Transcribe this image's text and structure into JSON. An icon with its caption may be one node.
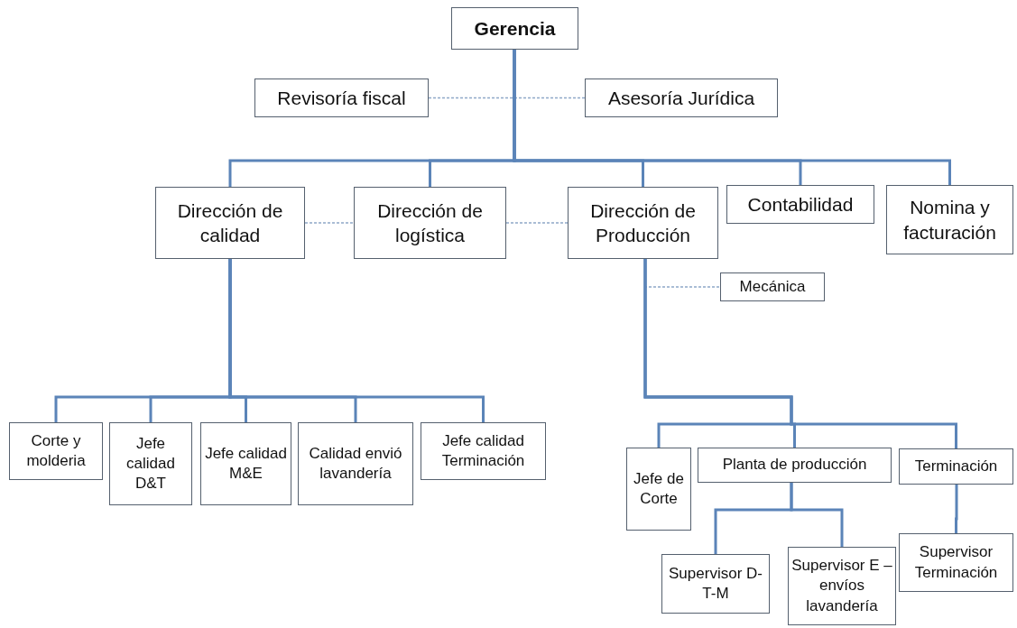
{
  "diagram": {
    "nodes": [
      {
        "text": [
          "Gerencia"
        ]
      },
      {
        "text": [
          "Revisoría fiscal"
        ]
      },
      {
        "text": [
          "Asesoría Jurídica"
        ]
      },
      {
        "text": [
          "Dirección de calidad"
        ]
      },
      {
        "text": [
          "Dirección de logística"
        ]
      },
      {
        "text": [
          "Dirección de Producción"
        ]
      },
      {
        "text": [
          "Contabilidad"
        ]
      },
      {
        "text": [
          "Nomina y facturación"
        ]
      },
      {
        "text": [
          "Mecánica"
        ]
      },
      {
        "text": [
          "Corte y molderia"
        ]
      },
      {
        "text": [
          "Jefe calidad D&T"
        ]
      },
      {
        "text": [
          "Jefe calidad M&E"
        ]
      },
      {
        "text": [
          "Calidad envió lavandería"
        ]
      },
      {
        "text": [
          "Jefe calidad Terminación"
        ]
      },
      {
        "text": [
          "Jefe de Corte"
        ]
      },
      {
        "text": [
          "Planta de producción"
        ]
      },
      {
        "text": [
          "Terminación"
        ]
      },
      {
        "text": [
          "Supervisor D-T-M"
        ]
      },
      {
        "text": [
          "Supervisor E – envíos lavandería"
        ]
      },
      {
        "text": [
          "Supervisor Terminación"
        ]
      }
    ],
    "edges": [
      {
        "from": 1,
        "to": 2,
        "arrow": "none",
        "style": "dashed"
      },
      {
        "from": 3,
        "to": 4,
        "arrow": "none",
        "style": "dashed"
      },
      {
        "from": 4,
        "to": 5,
        "arrow": "none",
        "style": "dashed"
      },
      {
        "from": 5,
        "to": 8,
        "arrow": "none",
        "style": "dashed"
      },
      {
        "from": 0,
        "to": 3,
        "arrow": "none"
      },
      {
        "from": 0,
        "to": 4,
        "arrow": "none"
      },
      {
        "from": 0,
        "to": 5,
        "arrow": "none"
      },
      {
        "from": 0,
        "to": 6,
        "arrow": "none"
      },
      {
        "from": 0,
        "to": 7,
        "arrow": "none"
      },
      {
        "from": 3,
        "to": 9,
        "arrow": "none"
      },
      {
        "from": 3,
        "to": 10,
        "arrow": "none"
      },
      {
        "from": 3,
        "to": 11,
        "arrow": "none"
      },
      {
        "from": 3,
        "to": 12,
        "arrow": "none"
      },
      {
        "from": 3,
        "to": 13,
        "arrow": "none"
      },
      {
        "from": 5,
        "to": 14,
        "arrow": "none"
      },
      {
        "from": 5,
        "to": 15,
        "arrow": "none"
      },
      {
        "from": 5,
        "to": 16,
        "arrow": "none"
      },
      {
        "from": 15,
        "to": 17,
        "arrow": "none"
      },
      {
        "from": 15,
        "to": 18,
        "arrow": "none"
      },
      {
        "from": 16,
        "to": 19,
        "arrow": "none"
      }
    ]
  }
}
